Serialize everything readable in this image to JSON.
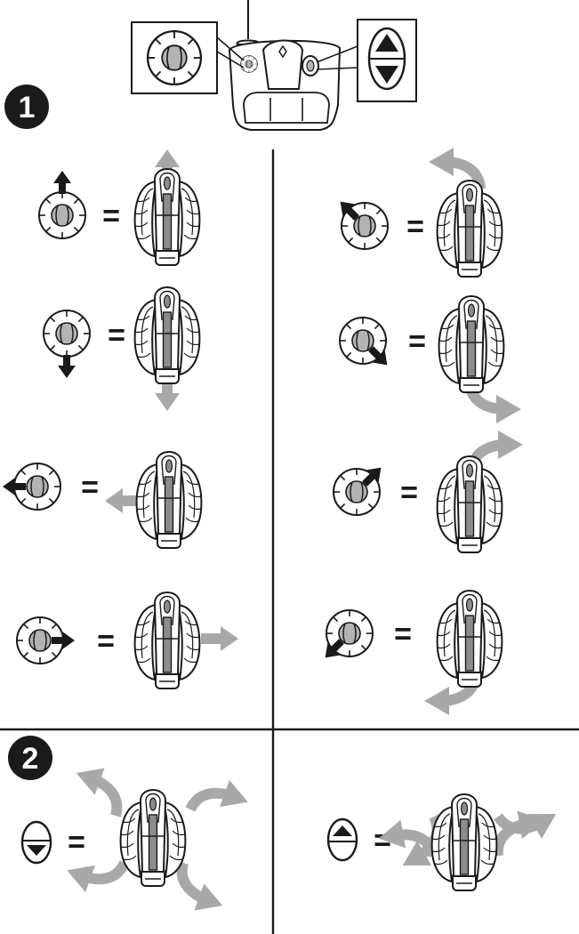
{
  "steps": [
    {
      "label": "1"
    },
    {
      "label": "2"
    }
  ],
  "equals_sign": "=",
  "colors": {
    "line": "#1a1a1a",
    "control_arrow": "#1a1a1a",
    "motion_arrow": "#a8a8a8",
    "button_center": "#b3b3b3",
    "robot_spine": "#8c8c8c",
    "background": "#ffffff"
  },
  "remote": {
    "joystick_icon": "joystick-icon",
    "updown_icon": "up-down-button-icon"
  },
  "drive_rows": [
    {
      "joystick_direction": "up",
      "robot_motion": "forward"
    },
    {
      "joystick_direction": "down",
      "robot_motion": "backward"
    },
    {
      "joystick_direction": "left",
      "robot_motion": "left"
    },
    {
      "joystick_direction": "right",
      "robot_motion": "right"
    },
    {
      "joystick_direction": "up-left",
      "robot_motion": "turn-forward-left"
    },
    {
      "joystick_direction": "down-right",
      "robot_motion": "turn-backward-right"
    },
    {
      "joystick_direction": "up-right",
      "robot_motion": "turn-forward-right"
    },
    {
      "joystick_direction": "down-left",
      "robot_motion": "turn-backward-left"
    }
  ],
  "transform_rows": [
    {
      "button": "down",
      "robot_motion": "fins-open"
    },
    {
      "button": "up",
      "robot_motion": "fins-close"
    }
  ]
}
